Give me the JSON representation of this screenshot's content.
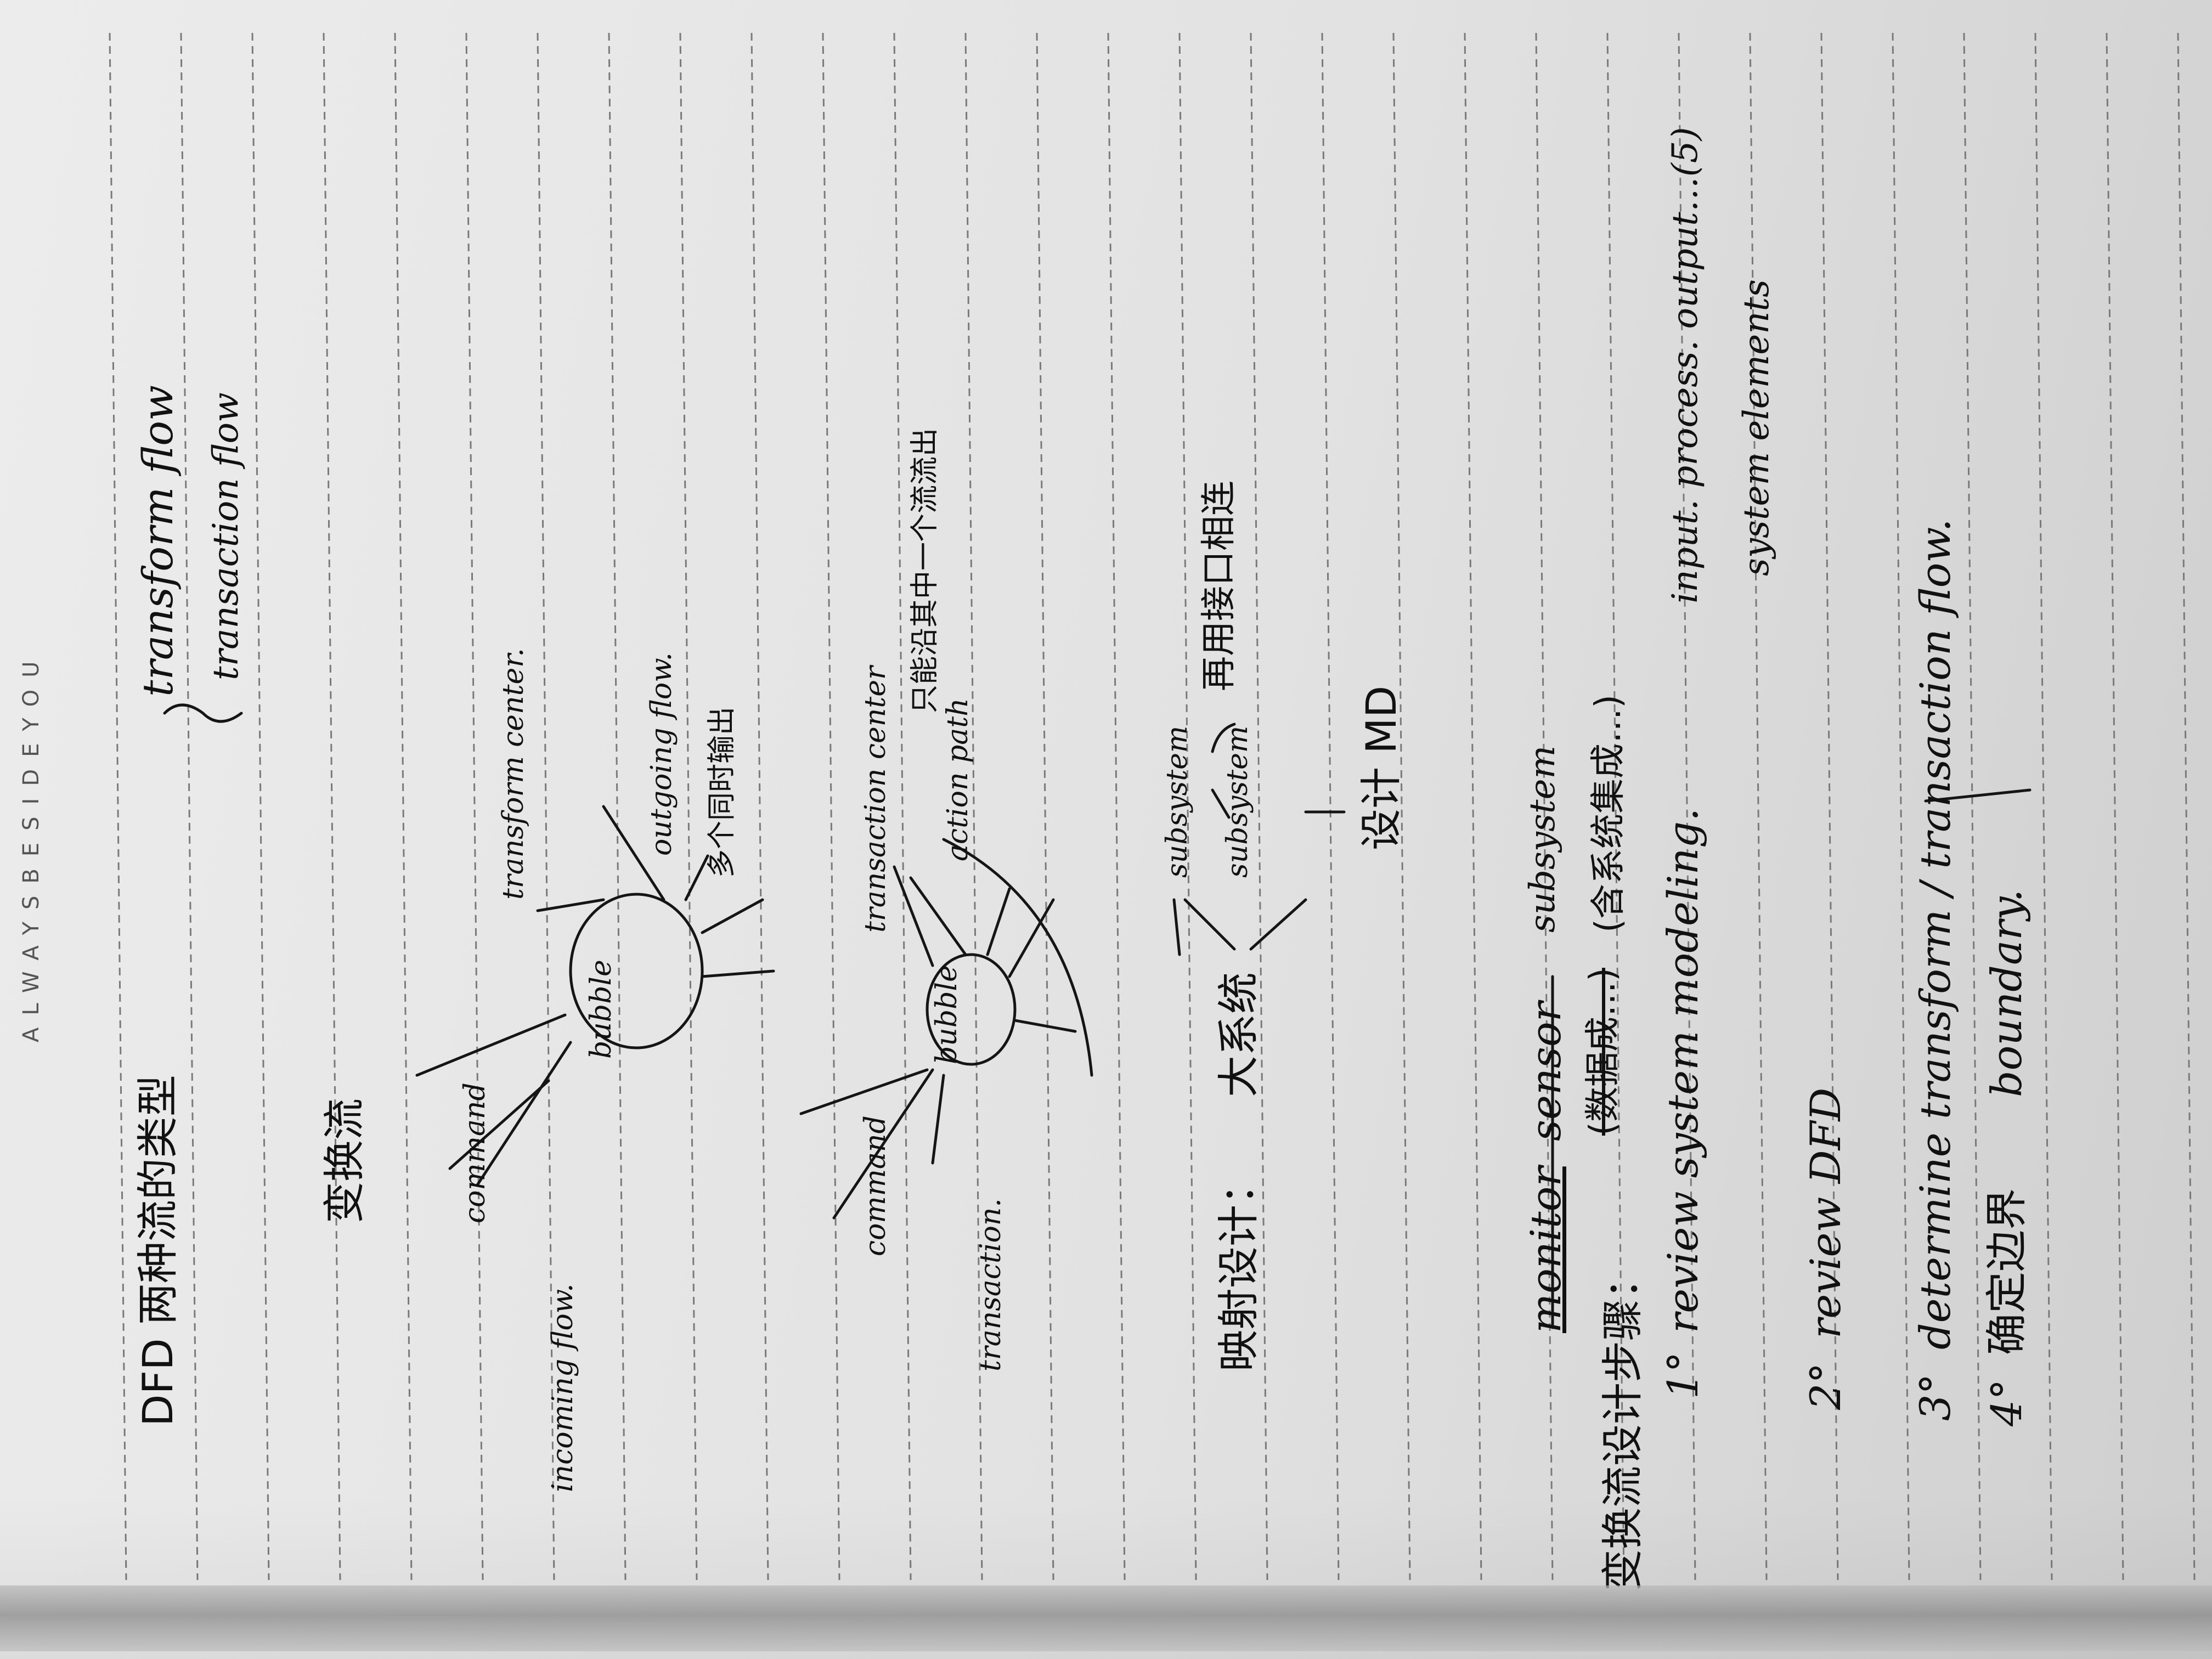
{
  "brand_text": "ALWAYSBESIDEYOU",
  "notes": {
    "heading_types": "DFD 两种流的类型",
    "type_transform": "transform flow",
    "type_transaction": "transaction flow",
    "section_transform": "变换流",
    "diag1": {
      "incoming": "incoming flow.",
      "command": "command",
      "bubble": "bubble",
      "center": "transform center.",
      "outgoing": "outgoing flow.",
      "outgoing_note": "多个同时输出"
    },
    "diag2": {
      "command": "command",
      "transaction": "transaction.",
      "bubble": "bubble",
      "center": "transaction center",
      "action": "action path",
      "note": "只能沿其中一个流流出"
    },
    "mapping_label": "映射设计：",
    "big_system": "大系统",
    "sub1": "subsystem",
    "sub2": "subsystem",
    "reuse_note": "再用接口相连",
    "design": "设计 MD",
    "monitor": "monitor",
    "sensor": "sensor",
    "subsystem3": "subsystem",
    "struck": "(数据成…)",
    "paren_note": "(含系统集成…)",
    "steps_title": "变换流设计步骤：",
    "step1_num": "1°",
    "step1": "review system modeling.",
    "step1_detail": "input. process. output…(5)",
    "step1_detail2": "system elements",
    "step2_num": "2°",
    "step2": "review DFD",
    "step3_num": "3°",
    "step3": "determine transform / transaction flow.",
    "step4_num": "4°",
    "step4_cn": "确定边界",
    "step4": "boundary."
  }
}
